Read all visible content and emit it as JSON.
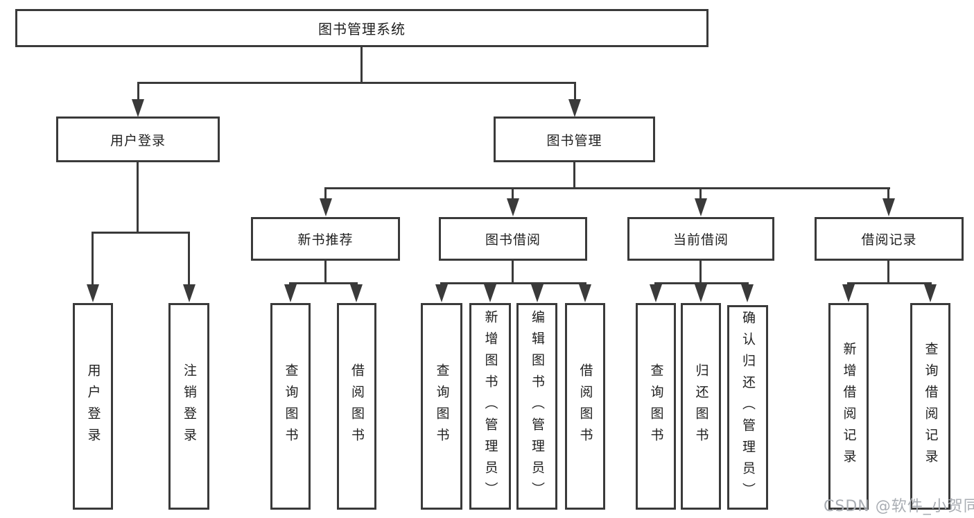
{
  "diagram": {
    "title": "图书管理系统",
    "root": {
      "label": "图书管理系统"
    },
    "level2": [
      {
        "label": "用户登录"
      },
      {
        "label": "图书管理"
      }
    ],
    "level3": [
      {
        "label": "新书推荐"
      },
      {
        "label": "图书借阅"
      },
      {
        "label": "当前借阅"
      },
      {
        "label": "借阅记录"
      }
    ],
    "level4": {
      "user_login_children": [
        {
          "label": "用户登录"
        },
        {
          "label": "注销登录"
        }
      ],
      "new_book_children": [
        {
          "label": "查询图书"
        },
        {
          "label": "借阅图书"
        }
      ],
      "book_borrow_children": [
        {
          "label": "查询图书"
        },
        {
          "label": "新增图书（管理员）"
        },
        {
          "label": "编辑图书（管理员）"
        },
        {
          "label": "借阅图书"
        }
      ],
      "current_borrow_children": [
        {
          "label": "查询图书"
        },
        {
          "label": "归还图书"
        },
        {
          "label": "确认归还（管理员）"
        }
      ],
      "borrow_record_children": [
        {
          "label": "新增借阅记录"
        },
        {
          "label": "查询借阅记录"
        }
      ]
    },
    "watermark": "CSDN @软件_小贺同学",
    "colors": {
      "line": "#3a3a3a",
      "text": "#1f1f1f",
      "background": "#ffffff",
      "watermark": "#a9adb3"
    }
  }
}
